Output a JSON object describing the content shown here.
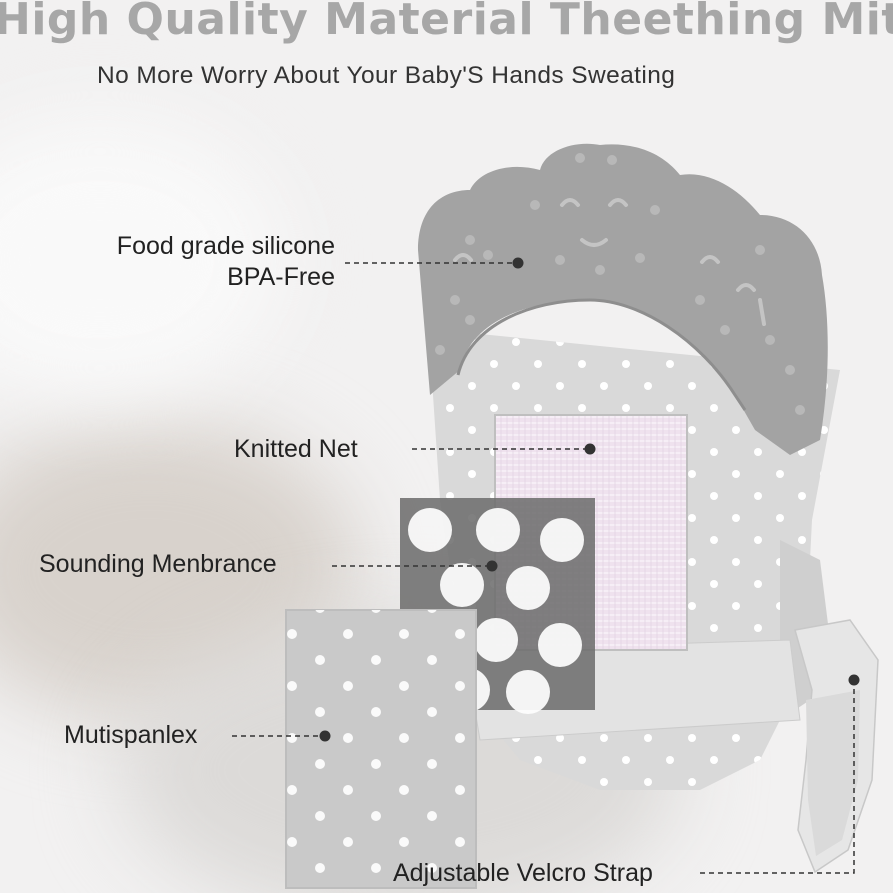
{
  "header": {
    "title": "High Quality Material Theething Mittens",
    "subtitle": "No More Worry About Your Baby'S Hands Sweating"
  },
  "callouts": {
    "silicone_line1": "Food grade silicone",
    "silicone_line2": "BPA-Free",
    "knitted_net": "Knitted Net",
    "sounding": "Sounding Menbrance",
    "mutispanlex": "Mutispanlex",
    "velcro": "Adjustable Velcro Strap"
  },
  "colors": {
    "title_gray": "#a7a7a7",
    "silicone_gray": "#a3a3a3",
    "fabric_gray": "#dcdcdc",
    "knit_pink": "#efe0ee",
    "leader_line": "#333333"
  }
}
